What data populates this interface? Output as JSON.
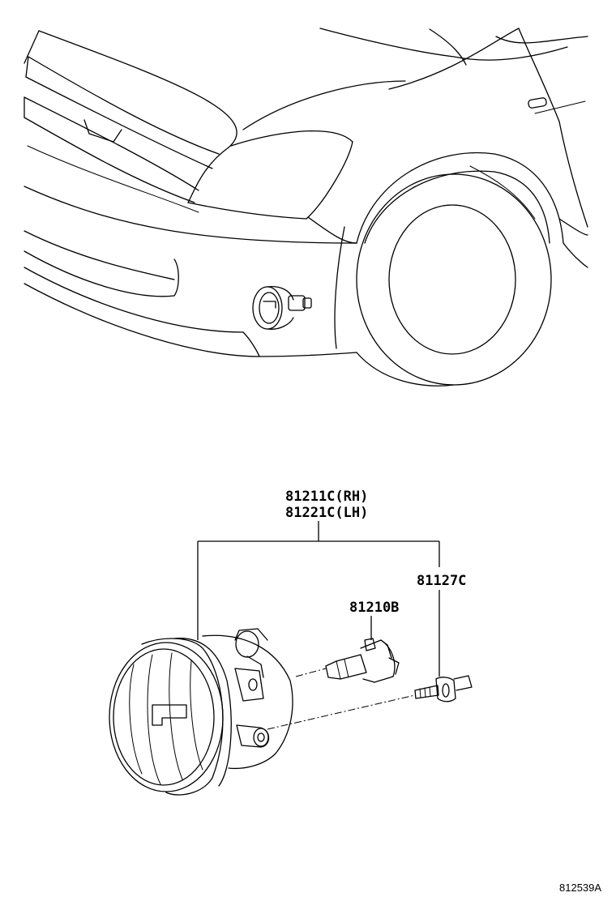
{
  "labels": {
    "fog_lamp_rh": "81211C(RH)",
    "fog_lamp_lh": "81221C(LH)",
    "bulb": "81210B",
    "screw": "81127C"
  },
  "illustration_ref": "812539A"
}
